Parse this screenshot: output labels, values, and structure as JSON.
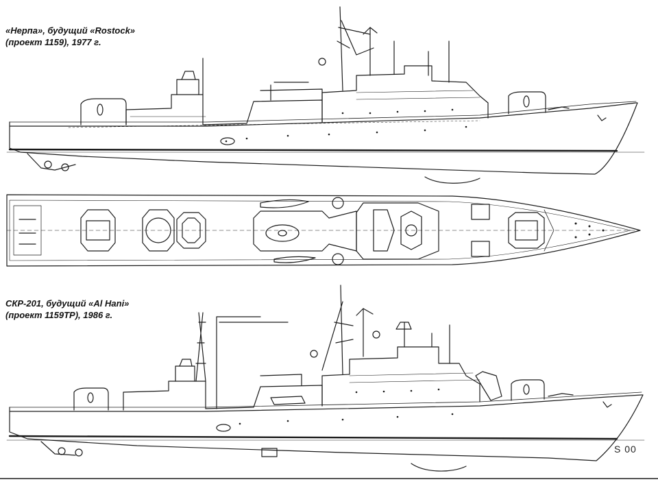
{
  "drawings": [
    {
      "id": "nerpa",
      "caption_line1": "«Нерпа», будущий «Rostock»",
      "caption_line2": "(проект 1159), 1977 г."
    },
    {
      "id": "skr201",
      "caption_line1": "СКР-201, будущий «Al Hani»",
      "caption_line2": "(проект 1159TP), 1986 г.",
      "hull_number": "S 00"
    }
  ],
  "colors": {
    "ink": "#1a1a1a",
    "paper": "#ffffff",
    "hatch": "#555555"
  }
}
